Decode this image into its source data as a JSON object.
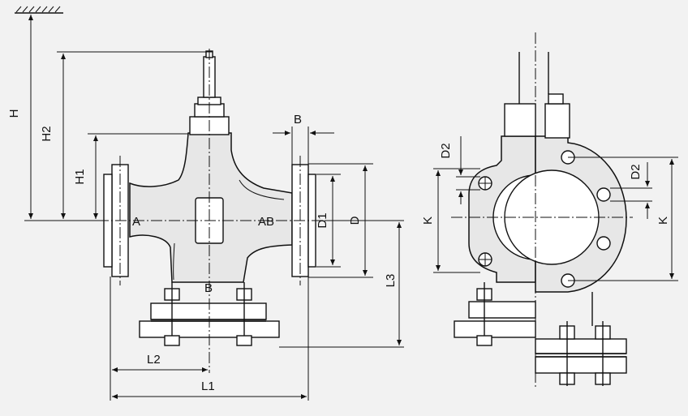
{
  "labels": {
    "H": "H",
    "H1": "H1",
    "H2": "H2",
    "B_top": "B",
    "D1": "D1",
    "D": "D",
    "A": "A",
    "AB": "AB",
    "B_port": "B",
    "L1": "L1",
    "L2": "L2",
    "L3": "L3",
    "D2_left": "D2",
    "K_left": "K",
    "D2_right": "D2",
    "K_right": "K"
  },
  "colors": {
    "line": "#111111",
    "body": "#e7e7e7",
    "background": "#f2f2f2"
  }
}
